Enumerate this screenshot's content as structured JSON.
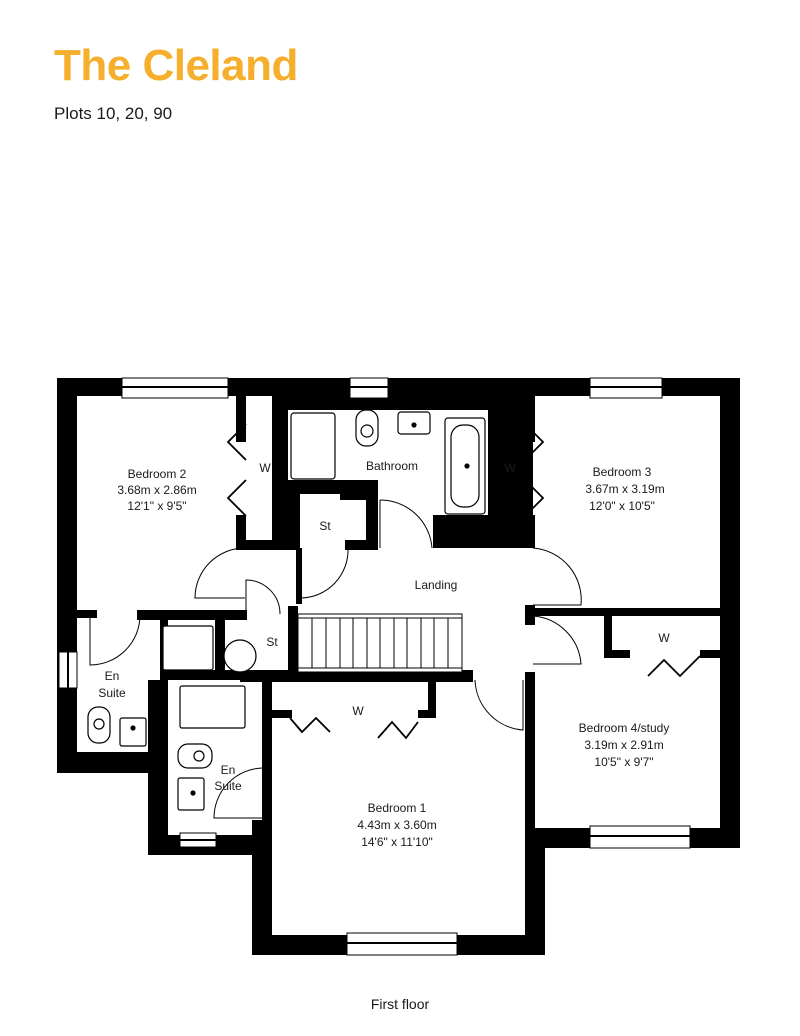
{
  "header": {
    "title": "The Cleland",
    "subtitle": "Plots 10, 20, 90"
  },
  "colors": {
    "title": "#f6ae2d",
    "wall": "#000000",
    "text": "#1a1a1a",
    "background": "#ffffff"
  },
  "floor_label": "First floor",
  "rooms": {
    "bedroom2": {
      "name": "Bedroom 2",
      "metric": "3.68m x 2.86m",
      "imperial": "12'1\" x 9'5\""
    },
    "bathroom": {
      "name": "Bathroom"
    },
    "bedroom3": {
      "name": "Bedroom 3",
      "metric": "3.67m x 3.19m",
      "imperial": "12'0\" x 10'5\""
    },
    "landing": {
      "name": "Landing"
    },
    "store1": {
      "name": "St"
    },
    "store2": {
      "name": "St"
    },
    "ensuite1": {
      "line1": "En",
      "line2": "Suite"
    },
    "ensuite2": {
      "line1": "En",
      "line2": "Suite"
    },
    "bedroom4": {
      "name": "Bedroom 4/study",
      "metric": "3.19m x 2.91m",
      "imperial": "10'5\" x 9'7\""
    },
    "bedroom1": {
      "name": "Bedroom 1",
      "metric": "4.43m x 3.60m",
      "imperial": "14'6\" x 11'10\""
    }
  },
  "wardrobes": {
    "w_bed2": "W",
    "w_bed3": "W",
    "w_bed4": "W",
    "w_bed1": "W"
  }
}
